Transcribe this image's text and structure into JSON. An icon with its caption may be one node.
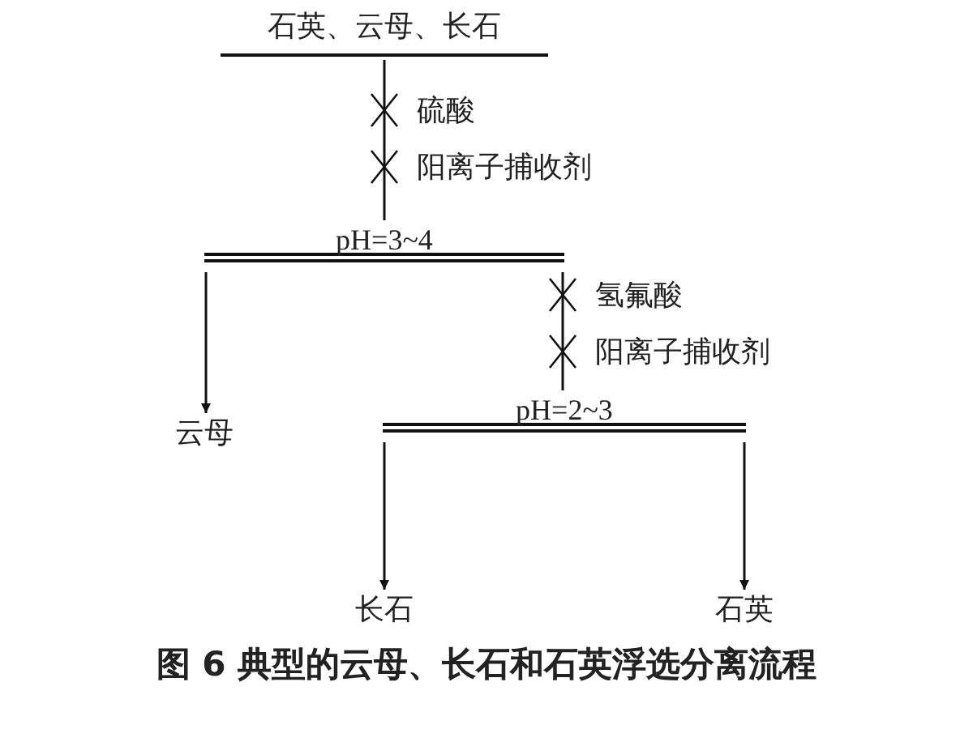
{
  "diagram": {
    "caption": "**图 6** 典型的云母、长石和石英浮选分离流程",
    "nodes": [
      {
        "text": [
          "石英、云母、长石"
        ]
      },
      {
        "text": [
          "pH=3~4"
        ]
      },
      {
        "text": [
          "云母"
        ]
      },
      {
        "text": [
          "pH=2~3"
        ]
      },
      {
        "text": [
          "长石"
        ]
      },
      {
        "text": [
          "石英"
        ]
      }
    ],
    "edges": [
      {
        "from": 0,
        "to": 1,
        "arrow": "none"
      },
      {
        "from": 1,
        "to": 2,
        "arrow": "to"
      },
      {
        "from": 1,
        "to": 3,
        "arrow": "none"
      },
      {
        "from": 3,
        "to": 4,
        "arrow": "to"
      },
      {
        "from": 3,
        "to": 5,
        "arrow": "to"
      }
    ],
    "labels": [
      "硫酸",
      "阳离子捕收剂",
      "氢氟酸",
      "阳离子捕收剂"
    ]
  }
}
